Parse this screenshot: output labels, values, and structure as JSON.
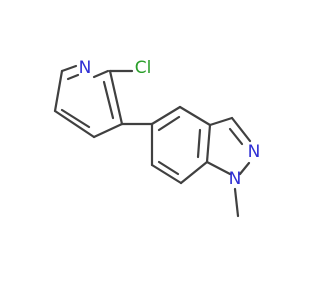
{
  "atoms": [
    {
      "symbol": "N",
      "color": "#2f2fd4"
    },
    {
      "symbol": "Cl",
      "color": "#2a9e2a"
    },
    {
      "symbol": "N",
      "color": "#2f2fd4"
    },
    {
      "symbol": "N",
      "color": "#2f2fd4"
    }
  ]
}
